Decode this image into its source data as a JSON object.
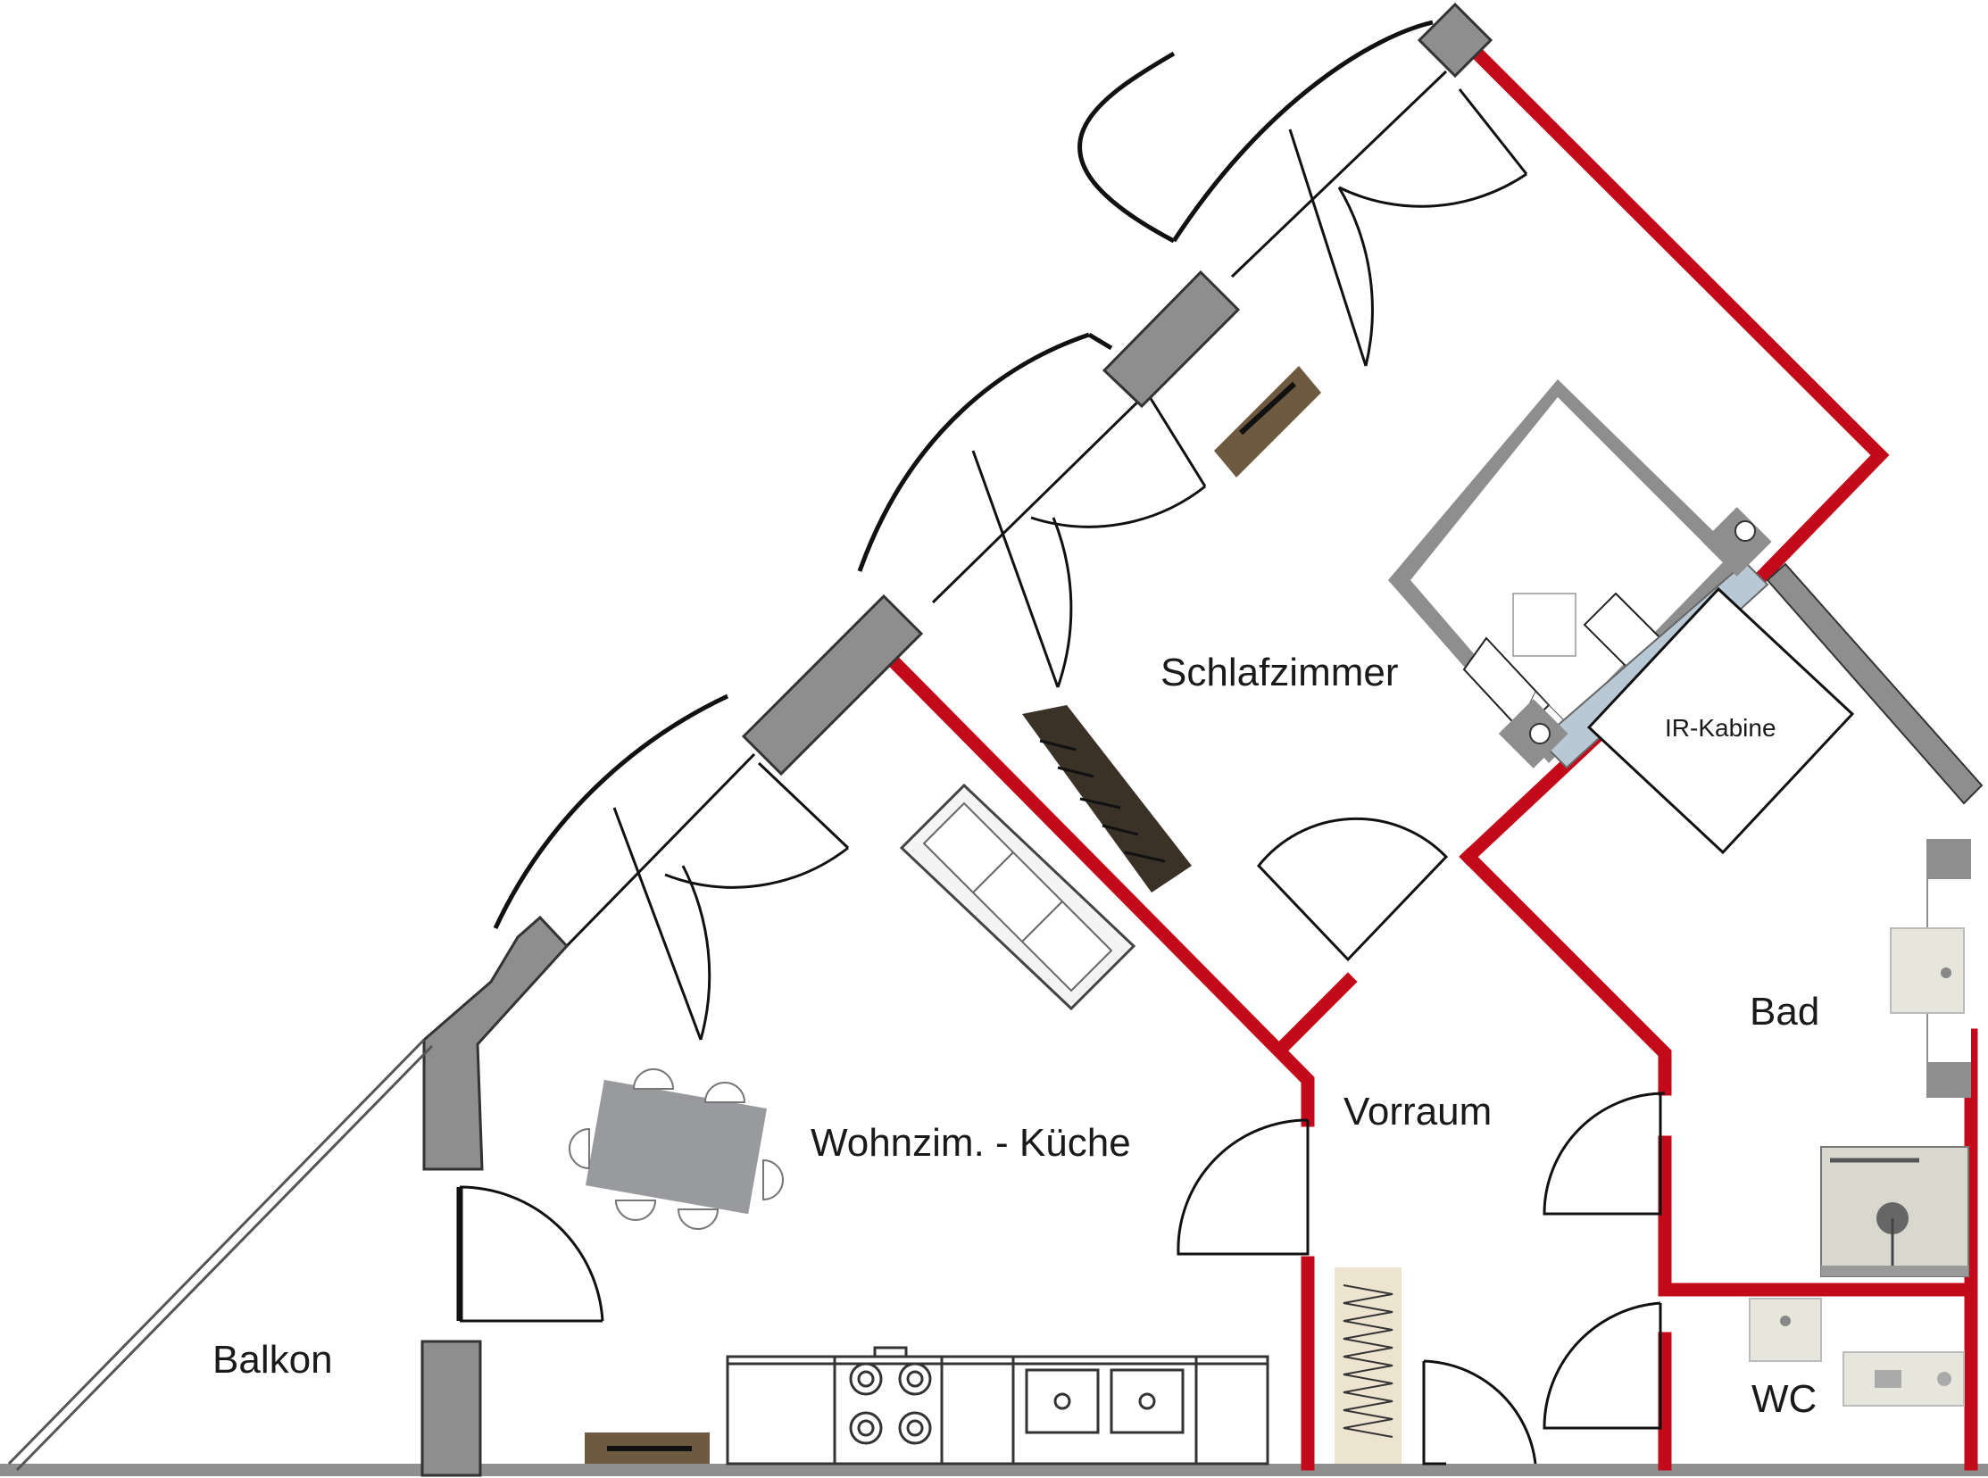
{
  "rooms": {
    "schlafzimmer": "Schlafzimmer",
    "ir_kabine": "IR-Kabine",
    "bad": "Bad",
    "vorraum": "Vorraum",
    "wohnzimmer_kueche": "Wohnzim. - Küche",
    "balkon": "Balkon",
    "wc": "WC"
  },
  "colors": {
    "wall_red": "#c30a1a",
    "wall_gray": "#8e8e8e",
    "floor_gray": "#8f8f8f",
    "wood": "#6e5a40",
    "fixture": "#e6e6dc"
  }
}
